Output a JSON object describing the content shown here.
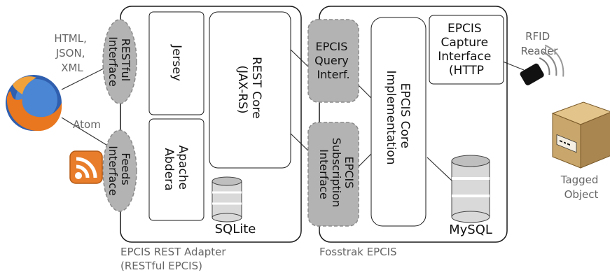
{
  "outer_labels": {
    "html_json_xml": [
      "HTML,",
      "JSON,",
      "XML"
    ],
    "atom": "Atom",
    "rfid_reader": [
      "RFID",
      "Reader"
    ],
    "tagged_object": [
      "Tagged",
      "Object"
    ]
  },
  "adapter": {
    "caption": [
      "EPCIS REST Adapter",
      "(RESTful EPCIS)"
    ],
    "restful_interface": [
      "RESTful",
      "Interface"
    ],
    "feeds_interface": [
      "Feeds",
      "Interface"
    ],
    "jersey": "Jersey",
    "apache_abdera": [
      "Apache",
      "Abdera"
    ],
    "rest_core": [
      "REST Core",
      "(JAX-RS)"
    ],
    "sqlite": "SQLite"
  },
  "fosstrak": {
    "caption": "Fosstrak EPCIS",
    "query_interface": [
      "EPCIS",
      "Query",
      "Interf."
    ],
    "subscription_interface": [
      "EPCIS",
      "Subscription",
      "Interface"
    ],
    "core_implementation": [
      "EPCIS Core",
      "Implementation"
    ],
    "capture_interface": [
      "EPCIS",
      "Capture",
      "Interface",
      "(HTTP"
    ],
    "mysql": "MySQL"
  },
  "icons": {
    "browser": "firefox-icon",
    "feed": "rss-feed-icon",
    "reader": "rfid-reader-icon",
    "object": "tagged-box-icon",
    "database": "database-icon"
  },
  "colors": {
    "interface_fill": "#b3b3b3",
    "interface_stroke": "#8a8a8a",
    "box_stroke": "#1a1a1a",
    "label_gray": "#666666",
    "feed_orange": "#e87d2c",
    "box_brown": "#c9a66b"
  }
}
